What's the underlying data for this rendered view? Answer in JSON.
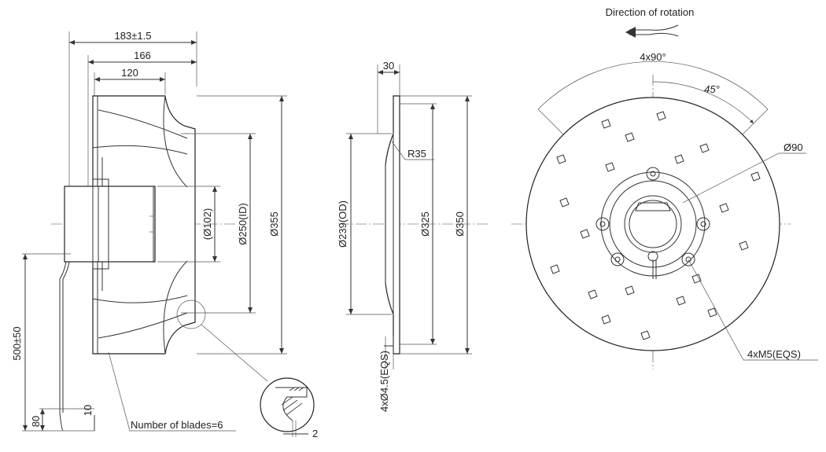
{
  "side_view": {
    "dim_overall_depth": "183±1.5",
    "dim_depth_166": "166",
    "dim_depth_120": "120",
    "dim_hub": "(Ø102)",
    "dim_inlet": "Ø250(ID)",
    "dim_outer": "Ø355",
    "dim_cable": "500±50",
    "dim_cable_strip": "80",
    "dim_cable_end": "10",
    "blades_note": "Number of blades=6",
    "detail_dim": "2"
  },
  "nozzle_view": {
    "dim_thickness": "30",
    "dim_radius": "R35",
    "dim_od": "Ø239(OD)",
    "dim_325": "Ø325",
    "dim_350": "Ø350",
    "dim_holes": "4xØ4.5(EQS)"
  },
  "front_view": {
    "rotation_label": "Direction of rotation",
    "angle_4x90": "4x90°",
    "angle_45": "45°",
    "dim_90": "Ø90",
    "mount_threads": "4xM5(EQS)"
  }
}
